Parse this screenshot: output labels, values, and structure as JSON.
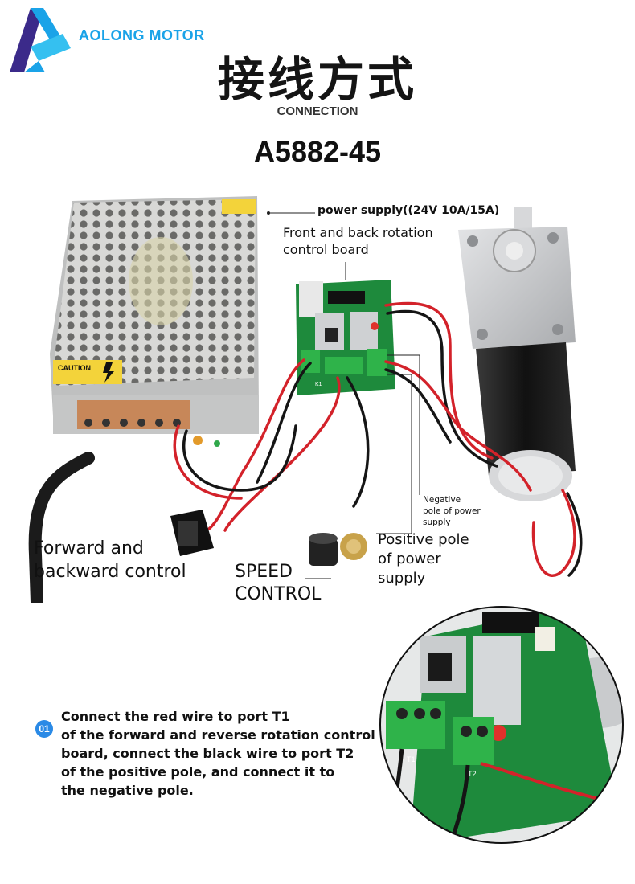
{
  "header": {
    "brand": "AOLONG MOTOR",
    "title": "接线方式",
    "subtitle": "CONNECTION",
    "model": "A5882-45"
  },
  "labels": {
    "power_supply": "power supply((24V 10A/15A)",
    "control_board_1": "Front and back rotation",
    "control_board_2": "control board",
    "negative_1": "Negative",
    "negative_2": "pole of power",
    "negative_3": "supply",
    "positive_1": "Positive pole",
    "positive_2": "of power",
    "positive_3": "supply",
    "forward_1": "Forward and",
    "forward_2": "backward control",
    "speed_1": "SPEED",
    "speed_2": "CONTROL"
  },
  "psu_sticker": {
    "caution": "CAUTION"
  },
  "board_marks": {
    "k1": "K1",
    "t1": "T1",
    "t2": "T2"
  },
  "step": {
    "number": "01",
    "lines": [
      "Connect the red wire to port T1",
      "of the forward and reverse rotation control",
      "board, connect the black wire to port T2",
      "of the positive pole, and connect it to",
      "the negative pole."
    ]
  },
  "colors": {
    "brand_blue": "#1aa3e8",
    "brand_purple": "#3b2a8a",
    "pcb_green": "#1e8a3c",
    "terminal_green": "#2fb34a",
    "wire_red": "#d3222a",
    "wire_black": "#151515",
    "motor_black": "#1b1b1b",
    "gearbox_silver": "#c9cacc"
  }
}
